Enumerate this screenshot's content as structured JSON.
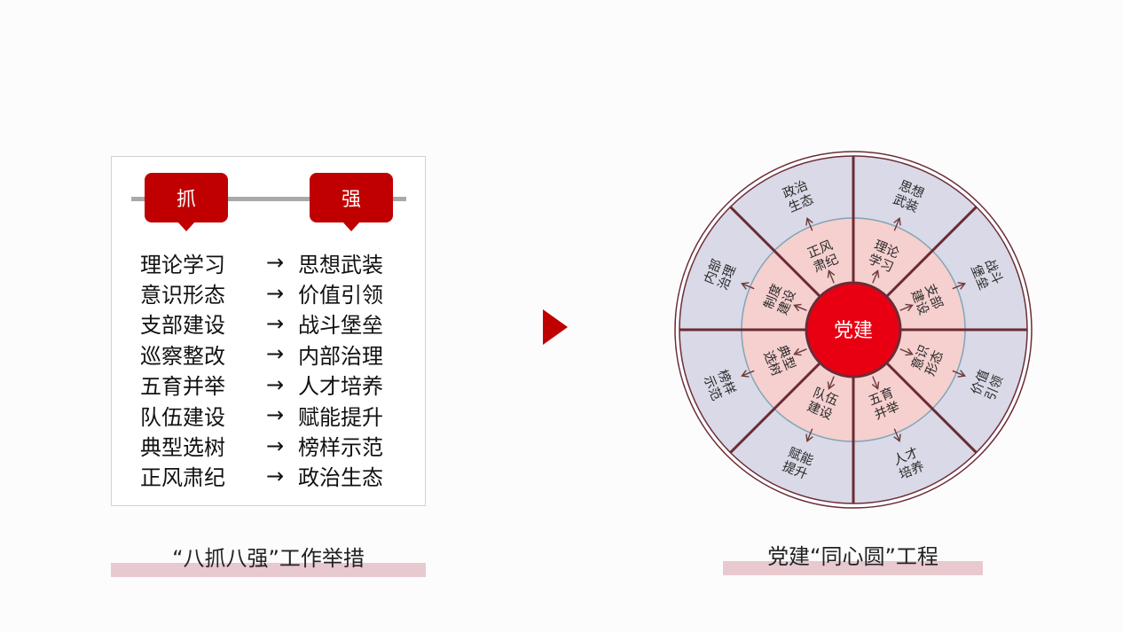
{
  "left_panel": {
    "tag_left": "抓",
    "tag_right": "强",
    "arrow": "→",
    "rows": [
      {
        "from": "理论学习",
        "to": "思想武装"
      },
      {
        "from": "意识形态",
        "to": "价值引领"
      },
      {
        "from": "支部建设",
        "to": "战斗堡垒"
      },
      {
        "from": "巡察整改",
        "to": "内部治理"
      },
      {
        "from": "五育并举",
        "to": "人才培养"
      },
      {
        "from": "队伍建设",
        "to": "赋能提升"
      },
      {
        "from": "典型选树",
        "to": "榜样示范"
      },
      {
        "from": "正风肃纪",
        "to": "政治生态"
      }
    ],
    "caption": "“八抓八强”工作举措"
  },
  "wheel": {
    "center": "党建",
    "inner": [
      [
        "理论",
        "学习"
      ],
      [
        "支部",
        "建设"
      ],
      [
        "意识",
        "形态"
      ],
      [
        "五育",
        "并举"
      ],
      [
        "队伍",
        "建设"
      ],
      [
        "典型",
        "选树"
      ],
      [
        "制度",
        "建设"
      ],
      [
        "正风",
        "肃纪"
      ]
    ],
    "outer": [
      [
        "思想",
        "武装"
      ],
      [
        "战斗",
        "堡垒"
      ],
      [
        "价值",
        "引领"
      ],
      [
        "人才",
        "培养"
      ],
      [
        "赋能",
        "提升"
      ],
      [
        "榜样",
        "示范"
      ],
      [
        "内部",
        "治理"
      ],
      [
        "政治",
        "生态"
      ]
    ],
    "caption": "党建“同心圆”工程"
  },
  "colors": {
    "accent": "#c00000",
    "outer_ring_fill": "#d9d9e7",
    "inner_ring_fill": "#f6cfcf",
    "divider": "#6b2c36",
    "center_fill": "#e80012",
    "caption_underline": "#e8c9cf"
  },
  "icons": {
    "play": "play-triangle-icon"
  }
}
